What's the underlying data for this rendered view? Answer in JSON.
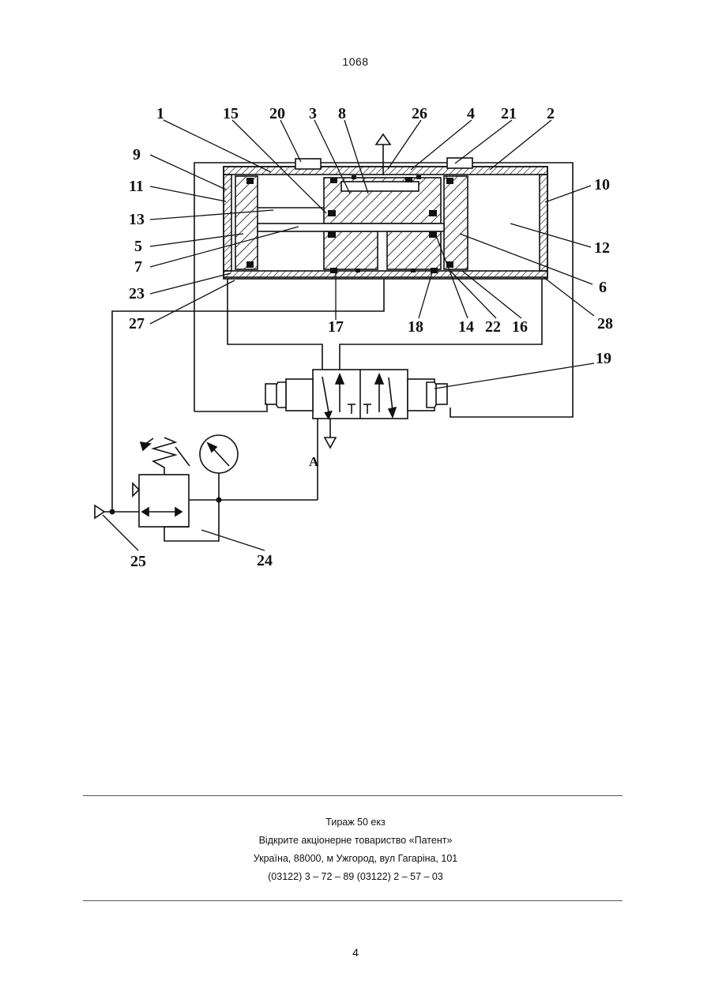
{
  "header": {
    "document_number": "1068"
  },
  "figure": {
    "labels": {
      "l1": "1",
      "l2": "2",
      "l3": "3",
      "l4": "4",
      "l5": "5",
      "l6": "6",
      "l7": "7",
      "l8": "8",
      "l9": "9",
      "l10": "10",
      "l11": "11",
      "l12": "12",
      "l13": "13",
      "l14": "14",
      "l15": "15",
      "l16": "16",
      "l17": "17",
      "l18": "18",
      "l19": "19",
      "l20": "20",
      "l21": "21",
      "l22": "22",
      "l23": "23",
      "l24": "24",
      "l25": "25",
      "l26": "26",
      "l27": "27",
      "l28": "28",
      "lA": "A"
    }
  },
  "imprint": {
    "circulation": "Тираж 50 екз",
    "publisher": "Відкрите акціонерне товариство «Патент»",
    "address": "Україна, 88000, м  Ужгород, вул  Гагаріна, 101",
    "phones": "(03122) 3 – 72 – 89   (03122) 2 – 57 – 03"
  },
  "footer": {
    "page_number": "4"
  }
}
